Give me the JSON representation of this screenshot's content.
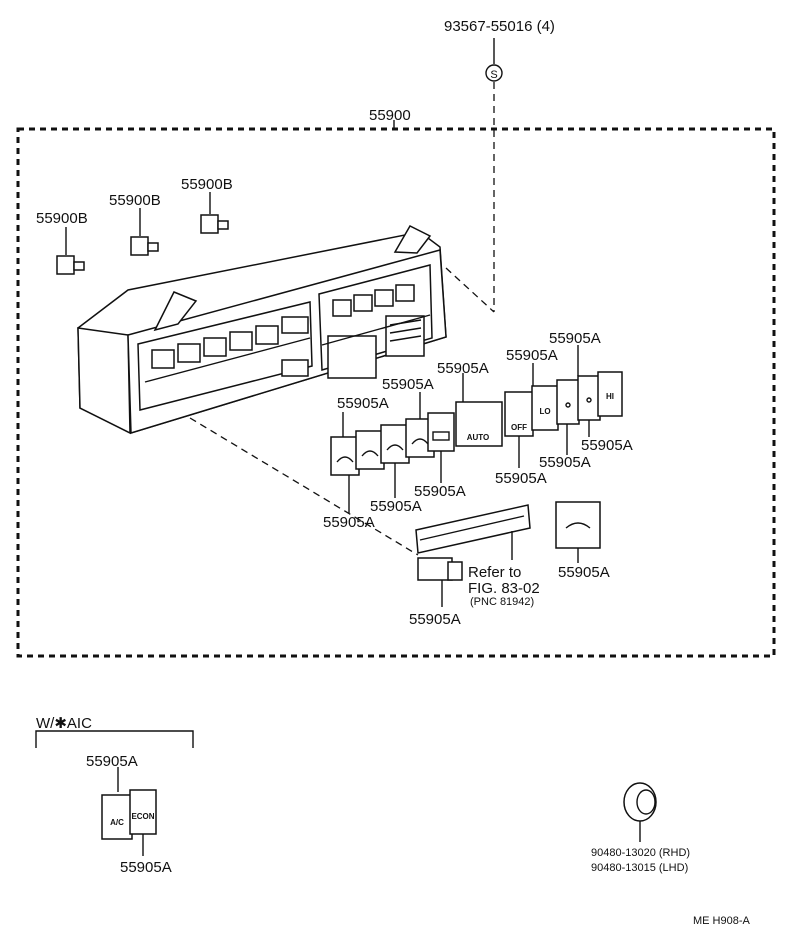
{
  "colors": {
    "ink": "#111111",
    "paper": "#ffffff"
  },
  "labels": {
    "screw_part": "93567-55016 (4)",
    "screw_symbol": "S",
    "assembly": "55900",
    "bulb_b_left": "55900B",
    "bulb_b_middle": "55900B",
    "bulb_b_right": "55900B",
    "knob_a_1": "55905A",
    "knob_a_2": "55905A",
    "knob_a_3": "55905A",
    "knob_a_4": "55905A",
    "knob_a_5": "55905A",
    "knob_a_6": "55905A",
    "knob_a_7": "55905A",
    "knob_a_8": "55905A",
    "knob_a_9": "55905A",
    "knob_a_10": "55905A",
    "knob_a_11": "55905A",
    "knob_a_12": "55905A",
    "knob_a_13": "55905A",
    "refer_line1": "Refer to",
    "refer_line2": "FIG. 83-02",
    "refer_line3": "(PNC 81942)",
    "aic_group": "W/✱AIC",
    "aic_knob_top": "55905A",
    "aic_knob_bottom": "55905A",
    "grommet_rhd": "90480-13020 (RHD)",
    "grommet_lhd": "90480-13015 (LHD)",
    "figure_code": "ME H908-A"
  },
  "button_texts": {
    "auto": "AUTO",
    "off": "OFF",
    "lo": "LO",
    "hi": "HI",
    "ac": "A/C",
    "econ": "ECON"
  }
}
